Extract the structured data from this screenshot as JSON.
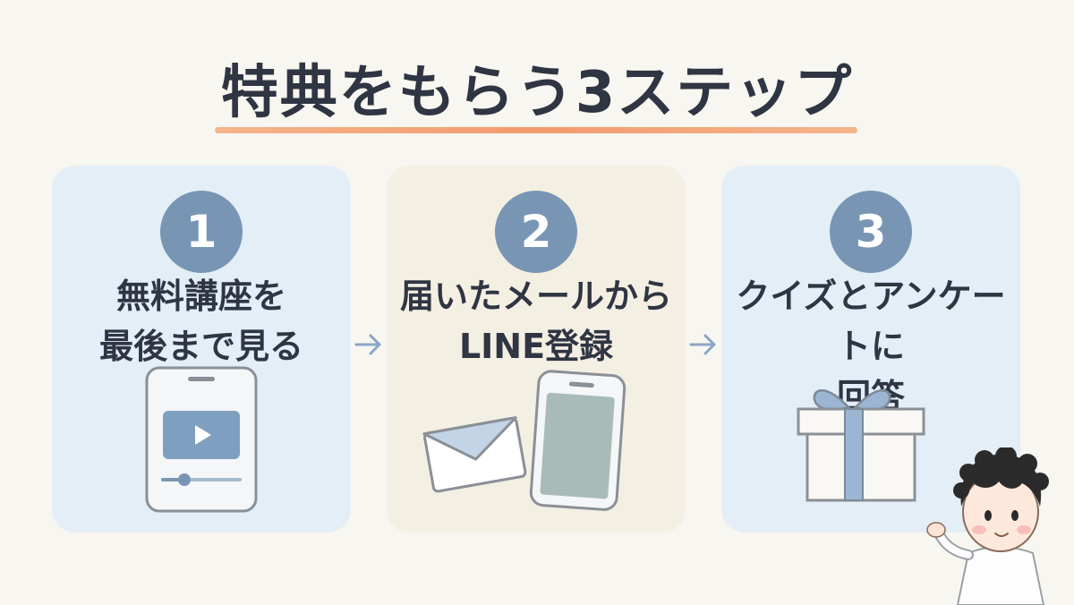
{
  "title": "特典をもらう3ステップ",
  "steps": [
    {
      "number": "1",
      "line1": "無料講座を",
      "line2": "最後まで見る",
      "icon": "video-phone-icon"
    },
    {
      "number": "2",
      "line1": "届いたメールから",
      "line2": "LINE登録",
      "icon": "mail-phone-icon"
    },
    {
      "number": "3",
      "line1": "クイズとアンケートに",
      "line2": "回答",
      "icon": "gift-icon"
    }
  ],
  "colors": {
    "background": "#f8f6f0",
    "card_blue": "#e4eef7",
    "card_beige": "#f4efe3",
    "accent": "#7896b4",
    "underline": "#f39a6e"
  }
}
